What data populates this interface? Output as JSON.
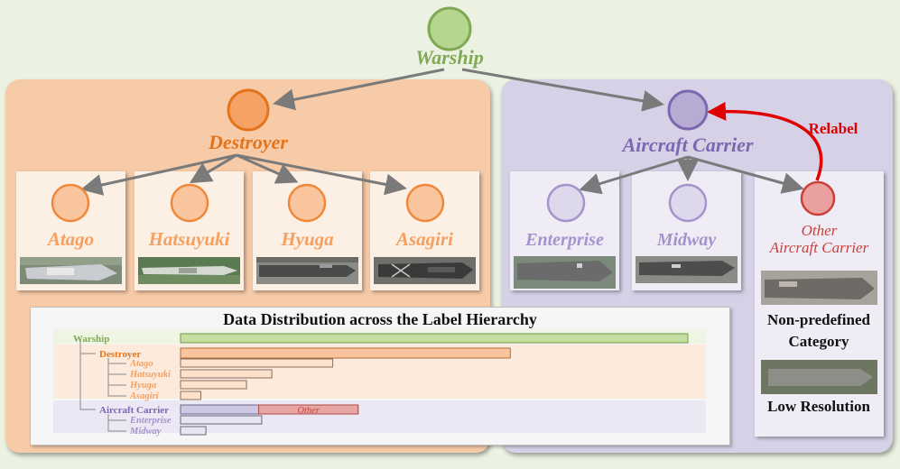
{
  "root": {
    "label": "Warship"
  },
  "destroyer": {
    "label": "Destroyer",
    "children": [
      "Atago",
      "Hatsuyuki",
      "Hyuga",
      "Asagiri"
    ]
  },
  "carrier": {
    "label": "Aircraft Carrier",
    "children": [
      "Enterprise",
      "Midway"
    ],
    "other_line1": "Other",
    "other_line2": "Aircraft Carrier"
  },
  "relabel": "Relabel",
  "side_notes": {
    "note1_line1": "Non-predefined",
    "note1_line2": "Category",
    "note2": "Low Resolution"
  },
  "colors": {
    "green": "#9cc26b",
    "orange": "#f0883a",
    "purple": "#8b7ab8",
    "red": "#d9534f",
    "relabel": "#e00000"
  },
  "chart_data": {
    "type": "bar",
    "title": "Data Distribution across the Label Hierarchy",
    "categories": [
      "Warship",
      "Destroyer",
      "Atago",
      "Hatsuyuki",
      "Hyuga",
      "Asagiri",
      "Aircraft Carrier",
      "Enterprise",
      "Midway"
    ],
    "values": [
      100,
      65,
      30,
      18,
      13,
      4,
      35,
      16,
      5
    ],
    "segment_labels": {
      "Aircraft Carrier": "Other"
    },
    "other_share_of_carrier": 0.56
  }
}
